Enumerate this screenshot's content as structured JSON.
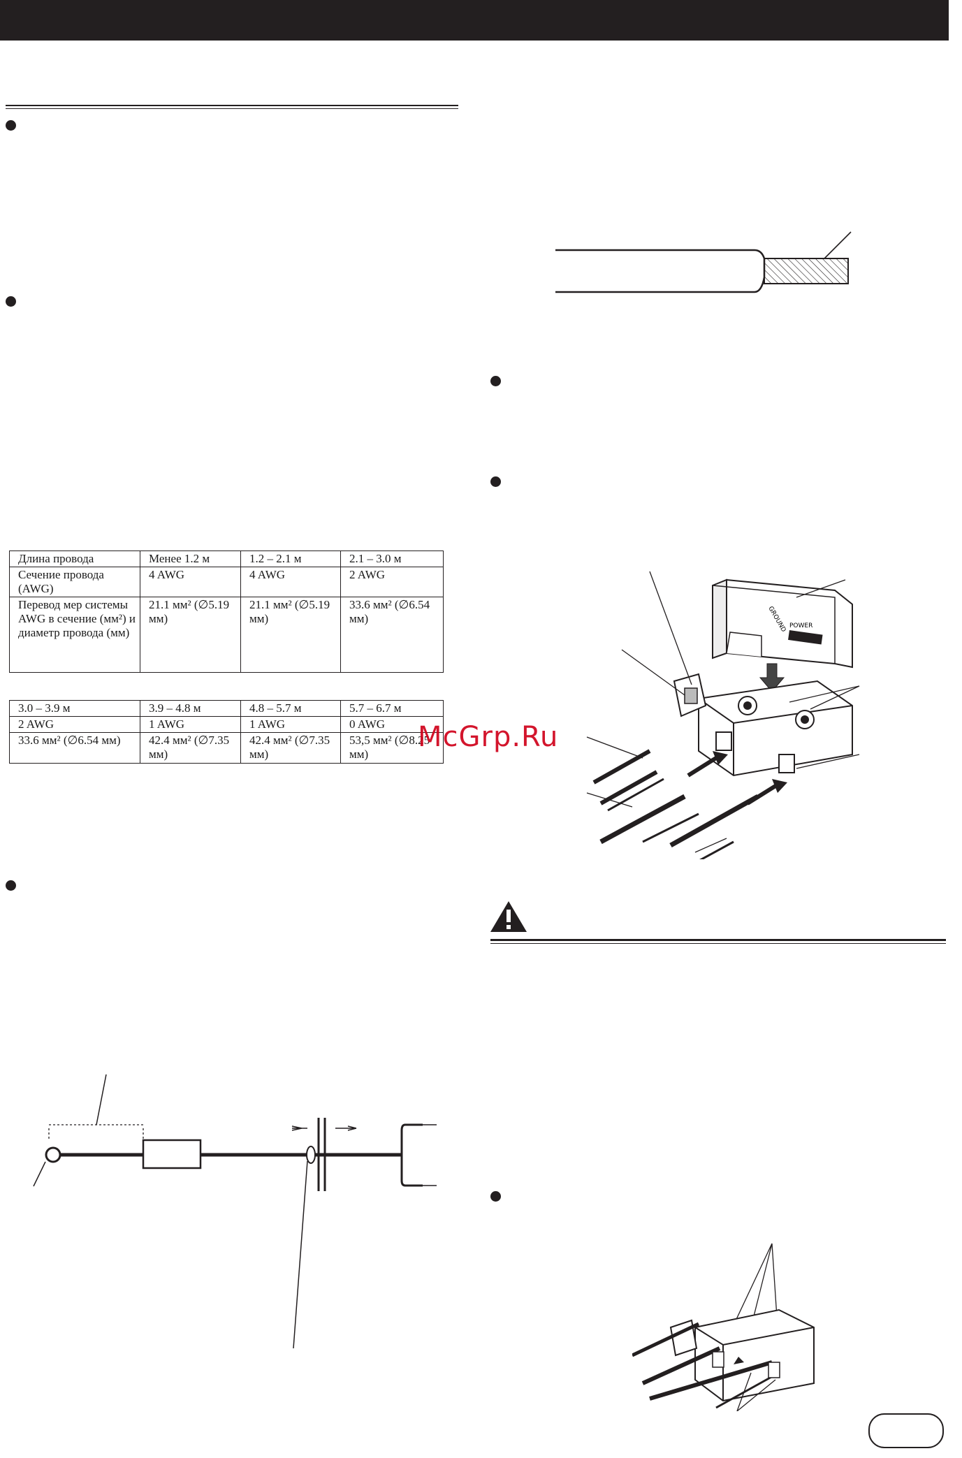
{
  "watermark": "McGrp.Ru",
  "table_top": {
    "rows": [
      [
        "Длина провода",
        "Менее 1.2 м",
        "1.2 – 2.1 м",
        "2.1 – 3.0 м"
      ],
      [
        "Сечение провода (AWG)",
        "4 AWG",
        "4 AWG",
        "2 AWG"
      ],
      [
        "Перевод мер системы AWG в сечение (мм²) и диаметр провода (мм)",
        "21.1 мм² (∅5.19 мм)",
        "21.1 мм² (∅5.19 мм)",
        "33.6 мм² (∅6.54 мм)"
      ]
    ]
  },
  "table_bottom": {
    "rows": [
      [
        "3.0 – 3.9 м",
        "3.9 – 4.8 м",
        "4.8 – 5.7 м",
        "5.7 – 6.7 м"
      ],
      [
        "2 AWG",
        "1 AWG",
        "1 AWG",
        "0 AWG"
      ],
      [
        "33.6 мм² (∅6.54 мм)",
        "42.4 мм² (∅7.35 мм)",
        "42.4 мм² (∅7.35 мм)",
        "53,5 мм² (∅8.25 мм)"
      ]
    ]
  },
  "terminal_cover": {
    "label_ground": "GROUND",
    "label_power": "POWER"
  },
  "warning_icon": "exclamation-triangle-icon"
}
